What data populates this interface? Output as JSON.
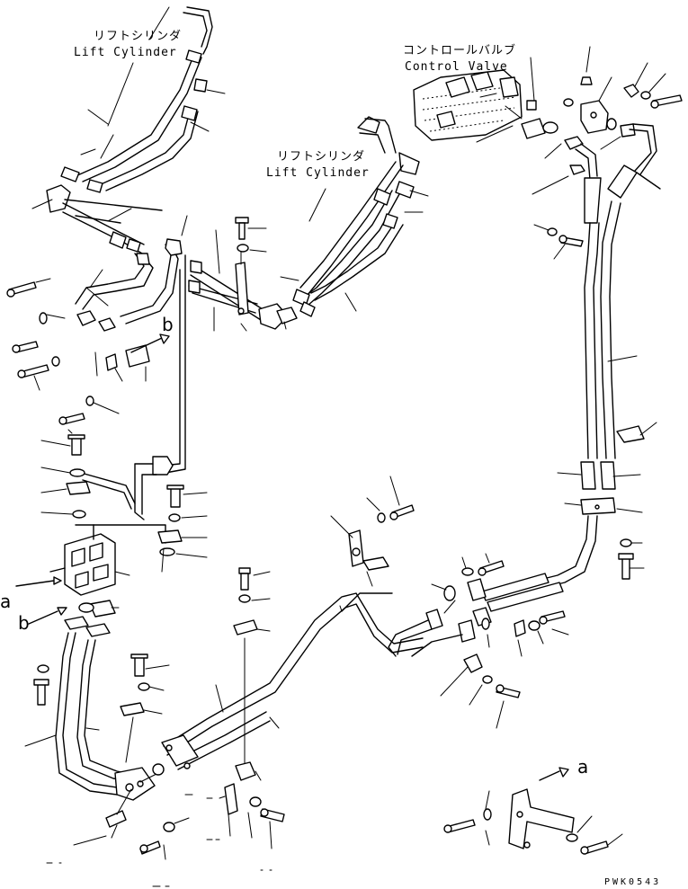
{
  "labels": {
    "lift_cylinder_left_jp": "リフトシリンダ",
    "lift_cylinder_left_en": "Lift Cylinder",
    "lift_cylinder_center_jp": "リフトシリンダ",
    "lift_cylinder_center_en": "Lift Cylinder",
    "control_valve_jp": "コントロールバルブ",
    "control_valve_en": "Control Valve"
  },
  "reference_marks": {
    "a_left": "a",
    "b_left": "b",
    "b_upper": "b",
    "a_bracket": "a"
  },
  "drawing_code": "PWK0543"
}
